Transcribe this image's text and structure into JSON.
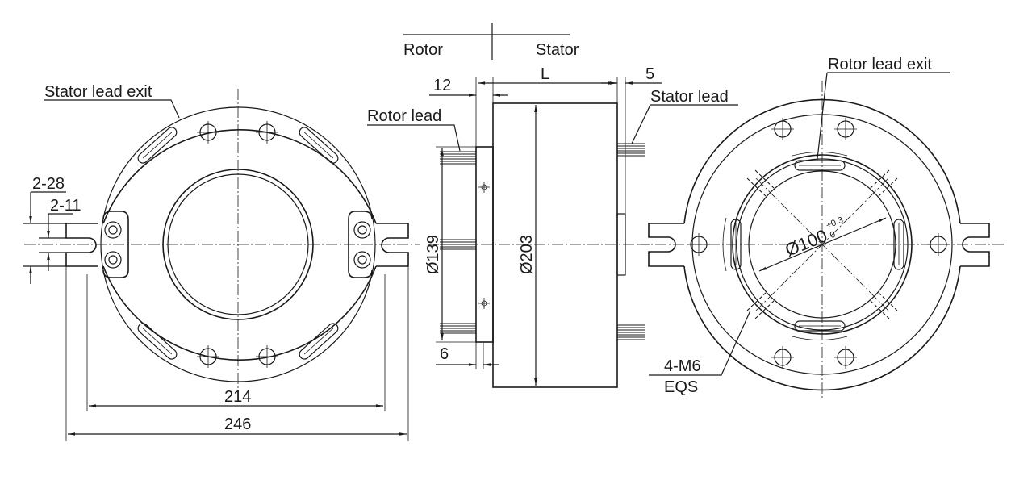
{
  "labels": {
    "rotor": "Rotor",
    "stator": "Stator",
    "stator_lead_exit": "Stator lead exit",
    "rotor_lead_exit": "Rotor lead exit",
    "rotor_lead": "Rotor lead",
    "stator_lead": "Stator lead"
  },
  "dimensions": {
    "slot_2_28": "2-28",
    "slot_2_11": "2-11",
    "d214": "214",
    "d246": "246",
    "d12": "12",
    "dL": "L",
    "d5": "5",
    "d139": "Ø139",
    "d203": "Ø203",
    "d6": "6",
    "bore": "Ø100",
    "bore_tol_upper": "+0.3",
    "bore_tol_lower": "0",
    "holes": "4-M6",
    "holes_note": "EQS"
  }
}
